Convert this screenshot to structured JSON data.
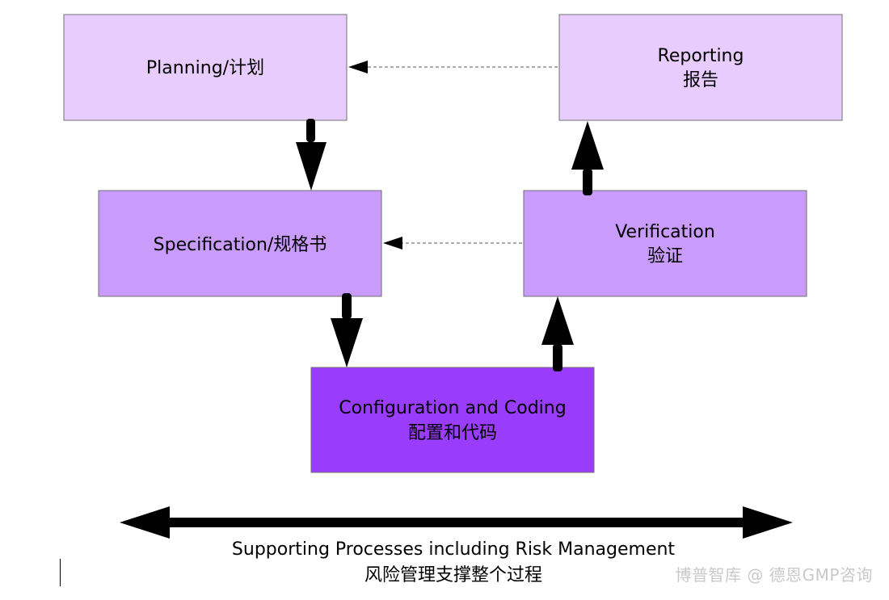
{
  "nodes": {
    "planning": {
      "line1": "Planning/计划",
      "line2": ""
    },
    "reporting": {
      "line1": "Reporting",
      "line2": "报告"
    },
    "specification": {
      "line1": "Specification/规格书",
      "line2": ""
    },
    "verification": {
      "line1": "Verification",
      "line2": "验证"
    },
    "configuration": {
      "line1": "Configuration and Coding",
      "line2": "配置和代码"
    }
  },
  "supporting": {
    "line1": "Supporting Processes including Risk Management",
    "line2": "风险管理支撑整个过程"
  },
  "watermark": "博普智库 @ 德恩GMP咨询",
  "colors": {
    "light": "#e8ccfd",
    "medium": "#c99cfb",
    "dark": "#9a3cfc",
    "border": "#6f6f6f",
    "arrow": "#000000"
  }
}
